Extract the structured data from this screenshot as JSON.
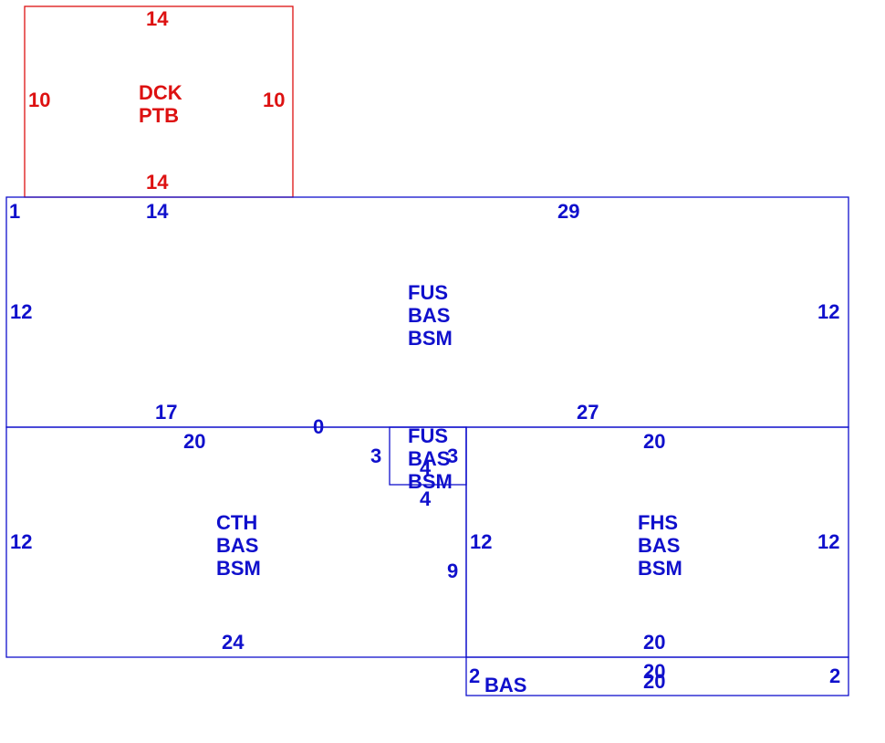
{
  "deck": {
    "top": "14",
    "left": "10",
    "right": "10",
    "bottom": "14",
    "code1": "DCK",
    "code2": "PTB"
  },
  "upper": {
    "corner": "1",
    "top_left": "14",
    "top_right": "29",
    "left": "12",
    "right": "12",
    "bottom_left": "17",
    "bottom_right": "27",
    "code1": "FUS",
    "code2": "BAS",
    "code3": "BSM"
  },
  "lower_left": {
    "zero": "0",
    "top": "20",
    "left": "12",
    "bottom": "24",
    "inner_right": "9",
    "code1": "CTH",
    "code2": "BAS",
    "code3": "BSM"
  },
  "small": {
    "left": "3",
    "right": "3",
    "mid": "4",
    "bottom": "4",
    "code1": "FUS",
    "code2": "BAS",
    "code3": "BSM"
  },
  "lower_right": {
    "top": "20",
    "left": "12",
    "right": "12",
    "bottom": "20",
    "code1": "FHS",
    "code2": "BAS",
    "code3": "BSM"
  },
  "strip": {
    "left": "2",
    "right": "2",
    "top": "20",
    "bottom": "20",
    "code": "BAS"
  },
  "colors": {
    "blue": "#1010cc",
    "red": "#dd1111"
  }
}
